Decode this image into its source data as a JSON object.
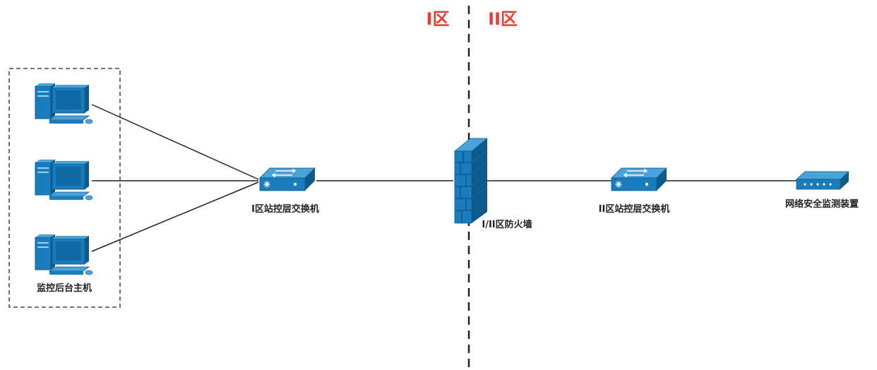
{
  "zones": {
    "left_label": "I区",
    "right_label": "II区",
    "label_color": "#ee3b33",
    "divider_color": "#222222"
  },
  "nodes": {
    "hosts_group_label": "监控后台主机",
    "switch_zone1_label": "I区站控层交换机",
    "firewall_label": "I/II区防火墙",
    "switch_zone2_label": "II区站控层交换机",
    "monitor_device_label": "网络安全监测装置"
  },
  "colors": {
    "device_blue": "#1a7bbd",
    "device_dark": "#0d5a8c",
    "device_light": "#4aa3d8",
    "link": "#222222"
  }
}
